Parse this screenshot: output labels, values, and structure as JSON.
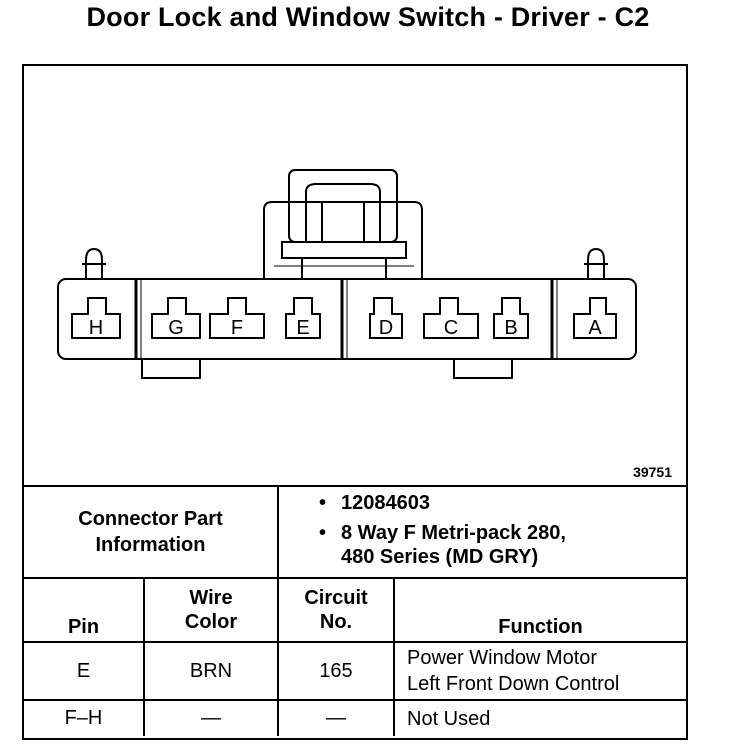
{
  "title": "Door Lock and Window Switch - Driver - C2",
  "figure_number": "39751",
  "connector": {
    "pins": [
      "H",
      "G",
      "F",
      "E",
      "D",
      "C",
      "B",
      "A"
    ]
  },
  "part_info": {
    "label_line1": "Connector Part",
    "label_line2": "Information",
    "items": [
      {
        "text": "12084603"
      },
      {
        "text": "8 Way F Metri-pack 280,",
        "text2": "480 Series (MD GRY)"
      }
    ]
  },
  "table": {
    "headers": {
      "pin": "Pin",
      "wire_color_1": "Wire",
      "wire_color_2": "Color",
      "circuit_1": "Circuit",
      "circuit_2": "No.",
      "function": "Function"
    },
    "rows": [
      {
        "pin": "E",
        "color": "BRN",
        "circuit": "165",
        "function_1": "Power Window Motor",
        "function_2": "Left Front Down Control"
      },
      {
        "pin": "F–H",
        "color": "—",
        "circuit": "—",
        "function_1": "Not Used",
        "function_2": ""
      }
    ]
  }
}
